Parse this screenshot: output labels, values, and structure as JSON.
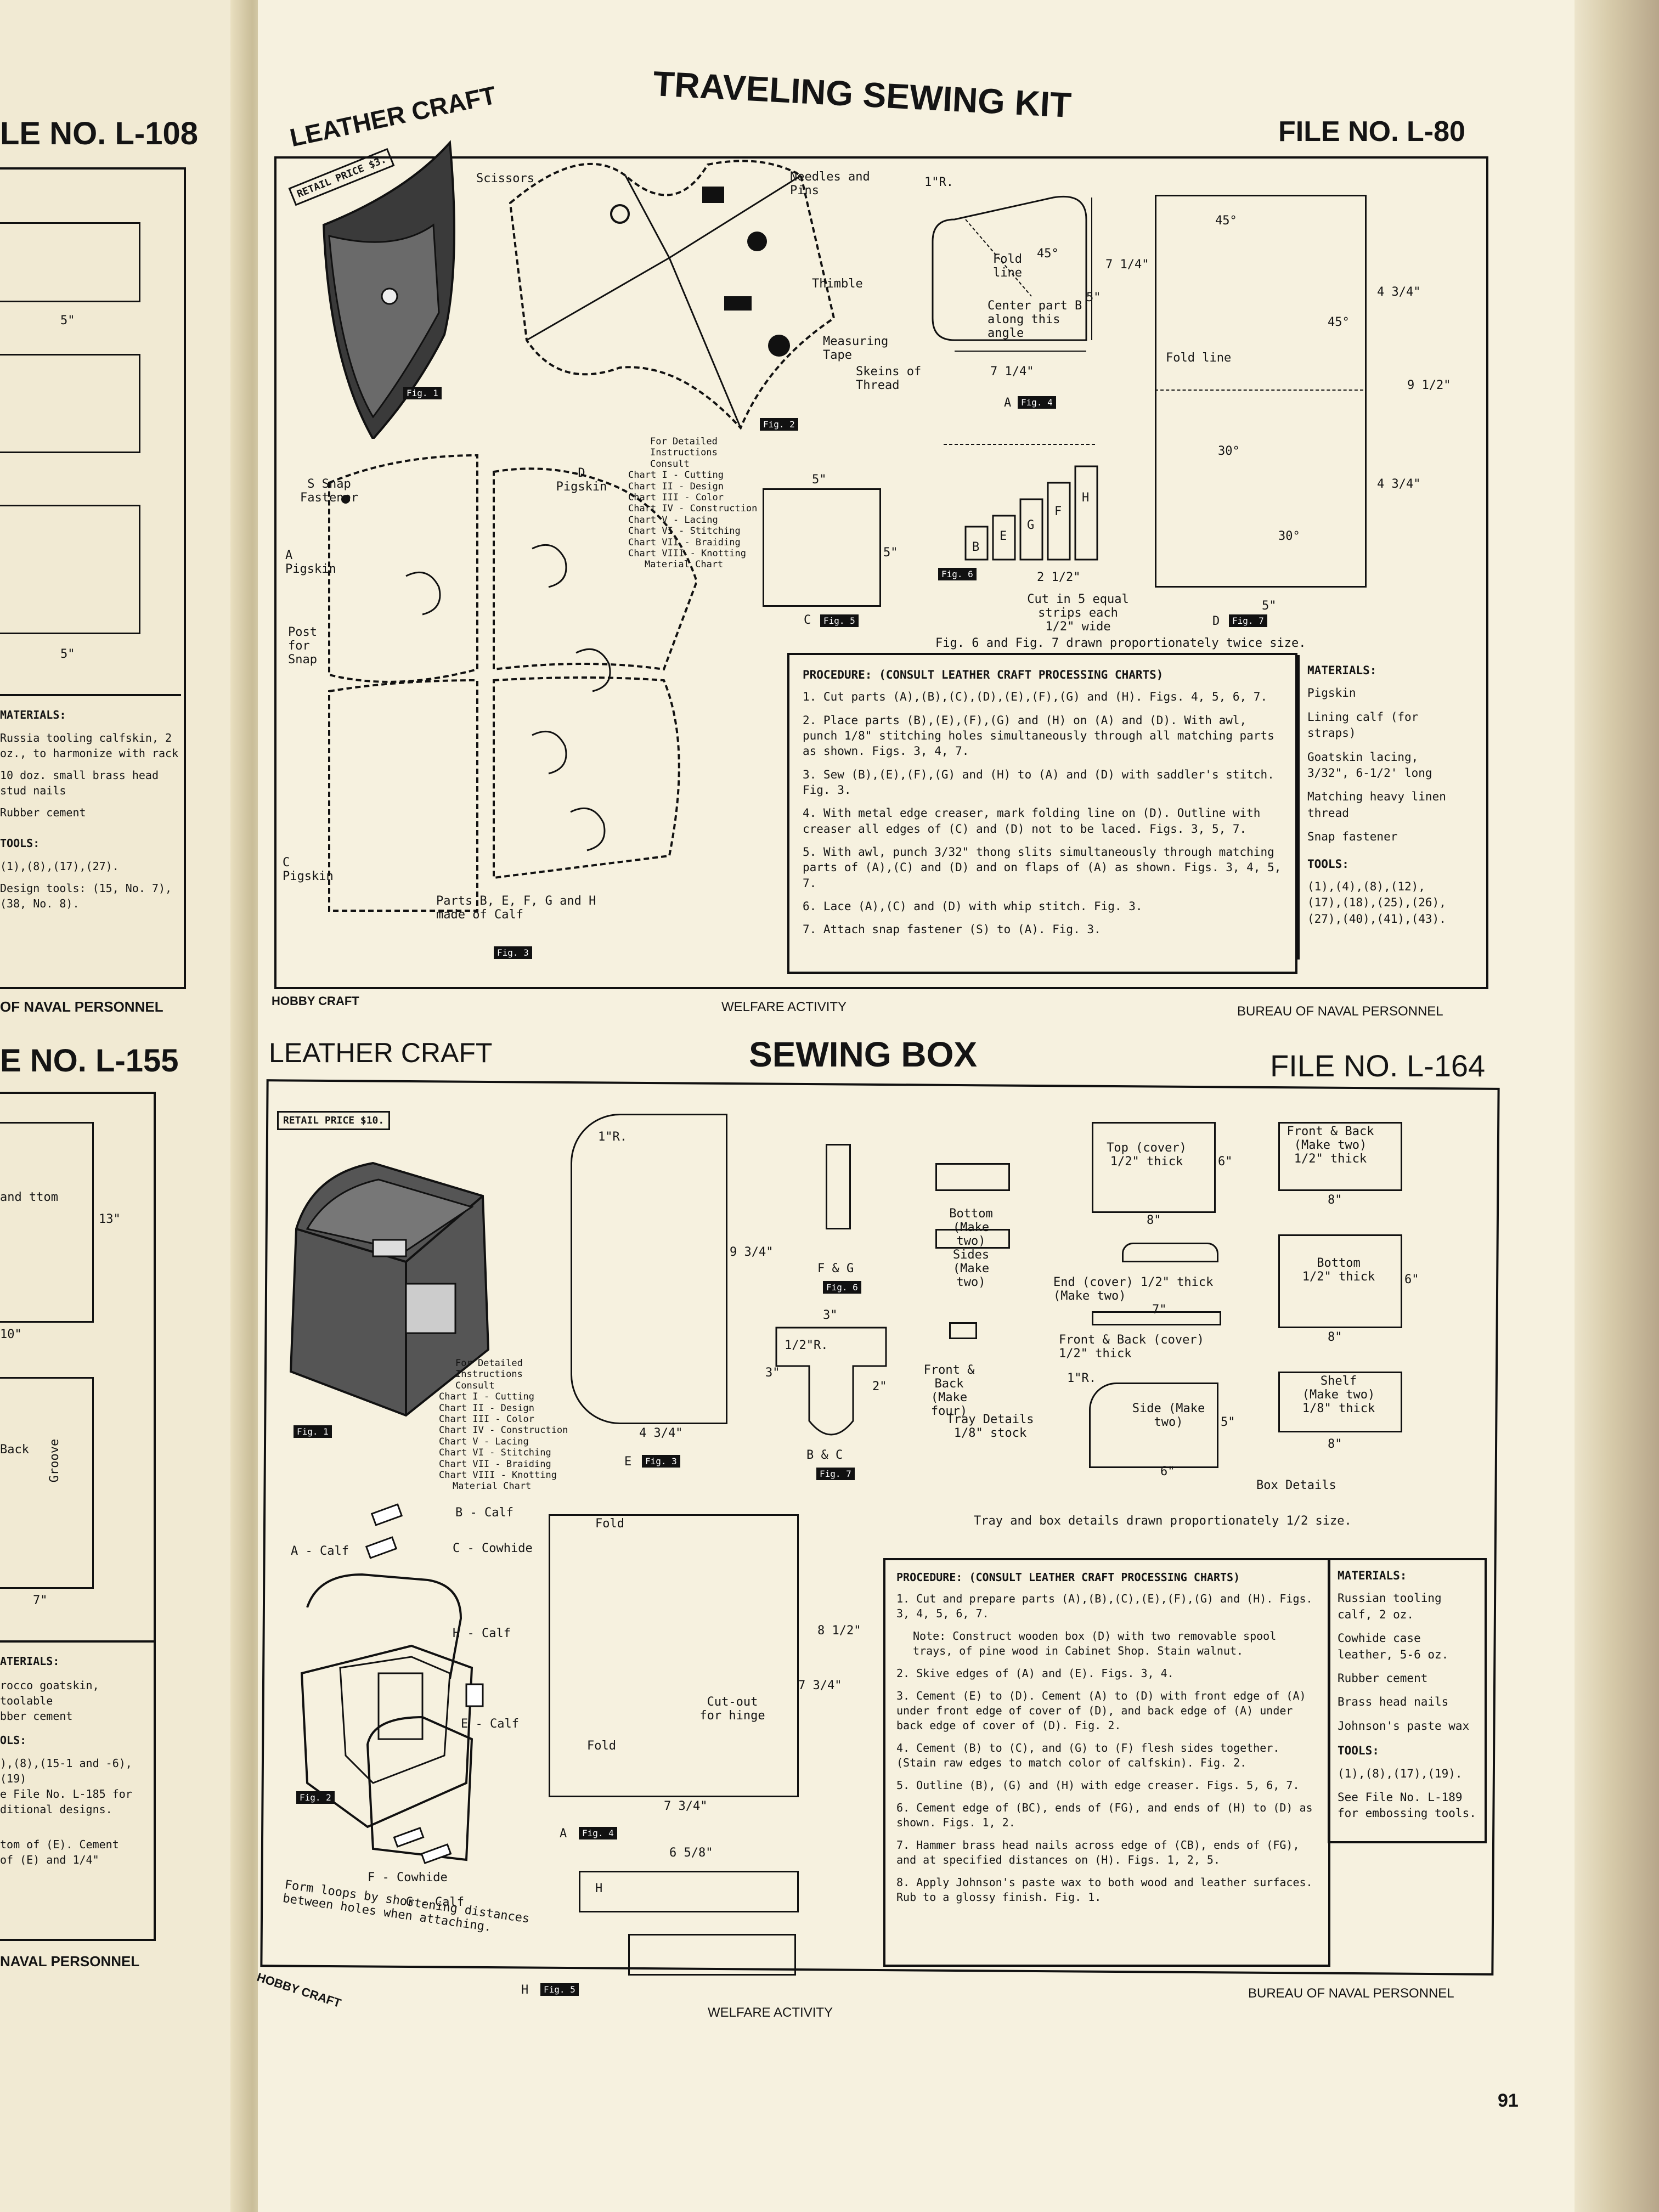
{
  "left_page": {
    "file_no_top": "LE NO. L-108",
    "dim_5_a": "5\"",
    "dim_5_b": "5\"",
    "materials_title": "MATERIALS:",
    "materials": [
      "Russia tooling calfskin, 2 oz., to harmonize with rack",
      "10 doz. small brass head stud nails",
      "Rubber cement"
    ],
    "tools_title": "TOOLS:",
    "tools": [
      "(1),(8),(17),(27).",
      "Design tools: (15, No. 7), (38, No. 8)."
    ],
    "footer_top": "OF NAVAL PERSONNEL",
    "file_no_bottom": "E NO. L-155",
    "bottom_labels": [
      "13\"",
      "10\"",
      "Groove",
      "Back",
      "7\"",
      "and ttom"
    ],
    "bottom_materials_title": "ATERIALS:",
    "bottom_materials": [
      "rocco goatskin, toolable",
      "bber cement"
    ],
    "bottom_tools_title": "OLS:",
    "bottom_tools": [
      "),(8),(15-1 and -6),(19)",
      "e File No. L-185 for",
      "ditional designs."
    ],
    "bottom_note": [
      "tom of (E). Cement",
      "of (E) and 1/4\""
    ],
    "footer_bottom": "NAVAL PERSONNEL"
  },
  "kit": {
    "section": "LEATHER CRAFT",
    "title": "TRAVELING SEWING KIT",
    "file_no": "FILE NO. L-80",
    "retail_price": "RETAIL PRICE $3.",
    "fig1": "Fig. 1",
    "fig2": "Fig. 2",
    "fig3": "Fig. 3",
    "fig4": "Fig. 4",
    "fig5": "Fig. 5",
    "fig6": "Fig. 6",
    "fig7": "Fig. 7",
    "labels": {
      "scissors": "Scissors",
      "needles": "Needles and Pins",
      "thimble": "Thimble",
      "tape": "Measuring Tape",
      "skeins": "Skeins of Thread",
      "snap": "S Snap Fastener",
      "pigskin_a": "A Pigskin",
      "post": "Post for Snap",
      "pigskin_c": "C Pigskin",
      "pigskin_d": "D Pigskin",
      "parts_note": "Parts B, E, F, G and H made of Calf",
      "fold_line": "Fold line",
      "center_part": "Center part B along this angle",
      "fold_line_7": "Fold line",
      "cut_strips": "Cut in 5 equal strips each 1/2\" wide",
      "proportion_note": "Fig. 6 and Fig. 7 drawn proportionately twice size.",
      "a_label": "A",
      "c_label": "C",
      "d_label": "D",
      "dim_5": "5\"",
      "dim_7_1_4": "7 1/4\"",
      "dim_4_3_4": "4 3/4\"",
      "dim_9_1_2": "9 1/2\"",
      "dim_2_1_2": "2 1/2\"",
      "r_1": "1\"R.",
      "deg45": "45°",
      "deg30": "30°",
      "strips": [
        "B",
        "E",
        "G",
        "F",
        "H"
      ]
    },
    "charts_title": "For Detailed Instructions Consult",
    "charts": [
      "Chart I - Cutting",
      "Chart II - Design",
      "Chart III - Color",
      "Chart IV - Construction",
      "Chart V - Lacing",
      "Chart VI - Stitching",
      "Chart VII - Braiding",
      "Chart VIII - Knotting",
      "Material Chart"
    ],
    "procedure_title": "PROCEDURE: (CONSULT LEATHER CRAFT PROCESSING CHARTS)",
    "procedure": [
      "1. Cut parts (A),(B),(C),(D),(E),(F),(G) and (H). Figs. 4, 5, 6, 7.",
      "2. Place parts (B),(E),(F),(G) and (H) on (A) and (D). With awl, punch 1/8\" stitching holes simultaneously through all matching parts as shown. Figs. 3, 4, 7.",
      "3. Sew (B),(E),(F),(G) and (H) to (A) and (D) with saddler's stitch. Fig. 3.",
      "4. With metal edge creaser, mark folding line on (D). Outline with creaser all edges of (C) and (D) not to be laced. Figs. 3, 5, 7.",
      "5. With awl, punch 3/32\" thong slits simultaneously through matching parts of (A),(C) and (D) and on flaps of (A) as shown. Figs. 3, 4, 5, 7.",
      "6. Lace (A),(C) and (D) with whip stitch. Fig. 3.",
      "7. Attach snap fastener (S) to (A). Fig. 3."
    ],
    "materials_title": "MATERIALS:",
    "materials": [
      "Pigskin",
      "Lining calf (for straps)",
      "Goatskin lacing, 3/32\", 6-1/2' long",
      "Matching heavy linen thread",
      "Snap fastener"
    ],
    "tools_title": "TOOLS:",
    "tools": "(1),(4),(8),(12),(17),(18),(25),(26),(27),(40),(41),(43).",
    "footer_left": "HOBBY CRAFT",
    "footer_mid": "WELFARE ACTIVITY",
    "footer_right": "BUREAU OF NAVAL PERSONNEL"
  },
  "box": {
    "section": "LEATHER CRAFT",
    "title": "SEWING BOX",
    "file_no": "FILE NO. L-164",
    "retail_price": "RETAIL PRICE $10.",
    "fig1": "Fig. 1",
    "fig2": "Fig. 2",
    "fig3": "Fig. 3",
    "fig4": "Fig. 4",
    "fig5": "Fig. 5",
    "fig6": "Fig. 6",
    "fig7": "Fig. 7",
    "labels": {
      "b_calf": "B - Calf",
      "c_cowhide": "C - Cowhide",
      "a_calf": "A - Calf",
      "h_calf": "H - Calf",
      "e_calf": "E - Calf",
      "f_cowhide": "F - Cowhide",
      "g_calf": "G - Calf",
      "form_loops": "Form loops by shortening distances between holes when attaching.",
      "fold_top": "Fold",
      "fold_bottom": "Fold",
      "cutout": "Cut-out for hinge",
      "e_label": "E",
      "a_label": "A",
      "h_label": "H",
      "fg_label": "F & G",
      "bc_label": "B & C",
      "r_1": "1\"R.",
      "r_1_2": "1/2\"R.",
      "dim_9_3_4": "9 3/4\"",
      "dim_4_3_4": "4 3/4\"",
      "dim_8_1_2": "8 1/2\"",
      "dim_7_3_4": "7 3/4\"",
      "dim_7_3_4_b": "7 3/4\"",
      "dim_6_5_8": "6 5/8\"",
      "dim_3": "3\"",
      "dim_3_b": "3\"",
      "dim_2": "2\"",
      "bottom": "Bottom (Make two)",
      "sides": "Sides (Make two)",
      "front_back": "Front & Back (Make four)",
      "tray_details": "Tray Details 1/8\" stock",
      "top_cover": "Top (cover) 1/2\" thick",
      "end_cover": "End (cover) 1/2\" thick (Make two)",
      "front_back_cover": "Front & Back (cover) 1/2\" thick",
      "side_make": "Side (Make two)",
      "front_back_make": "Front & Back (Make two) 1/2\" thick",
      "bottom_half": "Bottom 1/2\" thick",
      "shelf": "Shelf (Make two) 1/8\" thick",
      "box_details": "Box Details",
      "tray_note": "Tray and box details drawn proportionately 1/2 size.",
      "dim_6": "6\"",
      "dim_8": "8\"",
      "dim_5": "5\"",
      "dim_7": "7\""
    },
    "charts_title": "For Detailed Instructions Consult",
    "charts": [
      "Chart I - Cutting",
      "Chart II - Design",
      "Chart III - Color",
      "Chart IV - Construction",
      "Chart V - Lacing",
      "Chart VI - Stitching",
      "Chart VII - Braiding",
      "Chart VIII - Knotting",
      "Material Chart"
    ],
    "procedure_title": "PROCEDURE: (CONSULT LEATHER CRAFT PROCESSING CHARTS)",
    "procedure": [
      "1. Cut and prepare parts (A),(B),(C),(E),(F),(G) and (H). Figs. 3, 4, 5, 6, 7.",
      "Note: Construct wooden box (D) with two removable spool trays, of pine wood in Cabinet Shop. Stain walnut.",
      "2. Skive edges of (A) and (E). Figs. 3, 4.",
      "3. Cement (E) to (D). Cement (A) to (D) with front edge of (A) under front edge of cover of (D), and back edge of (A) under back edge of cover of (D). Fig. 2.",
      "4. Cement (B) to (C), and (G) to (F) flesh sides together. (Stain raw edges to match color of calfskin). Fig. 2.",
      "5. Outline (B), (G) and (H) with edge creaser. Figs. 5, 6, 7.",
      "6. Cement edge of (BC), ends of (FG), and ends of (H) to (D) as shown. Figs. 1, 2.",
      "7. Hammer brass head nails across edge of (CB), ends of (FG), and at specified distances on (H). Figs. 1, 2, 5.",
      "8. Apply Johnson's paste wax to both wood and leather surfaces. Rub to a glossy finish. Fig. 1."
    ],
    "materials_title": "MATERIALS:",
    "materials": [
      "Russian tooling calf, 2 oz.",
      "Cowhide case leather, 5-6 oz.",
      "Rubber cement",
      "Brass head nails",
      "Johnson's paste wax"
    ],
    "tools_title": "TOOLS:",
    "tools": [
      "(1),(8),(17),(19).",
      "See File No. L-189 for embossing tools."
    ],
    "footer_left": "HOBBY CRAFT",
    "footer_mid": "WELFARE ACTIVITY",
    "footer_right": "BUREAU OF NAVAL PERSONNEL"
  },
  "page_number": "91"
}
